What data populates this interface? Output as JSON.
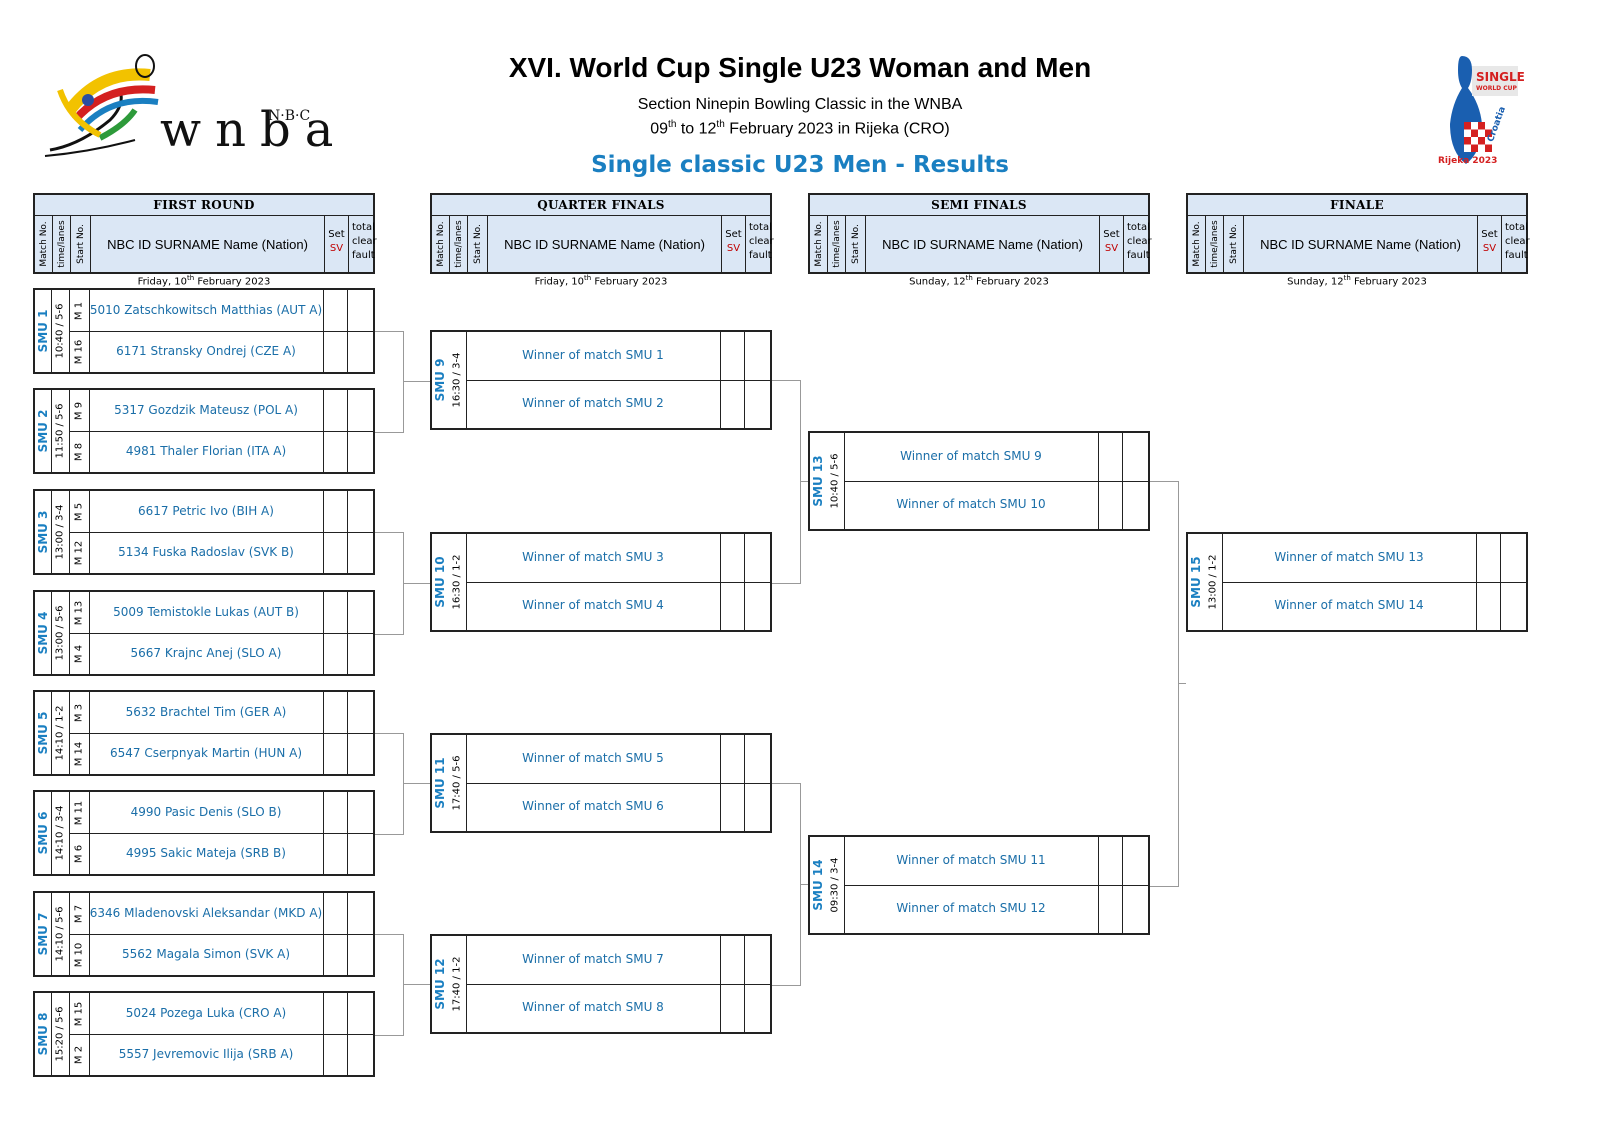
{
  "header": {
    "title": "XVI. World Cup Single U23 Woman and Men",
    "subtitle": "Section Ninepin Bowling Classic in the WNBA",
    "dates_a": "09",
    "dates_a_sup": "th",
    "dates_b": " to 12",
    "dates_b_sup": "th",
    "dates_c": " February 2023 in Rijeka (CRO)",
    "results_title": "Single classic U23 Men - Results"
  },
  "logo_left": {
    "letters": "wnba",
    "small": "N·B·C"
  },
  "logo_right": {
    "top": "SINGLE",
    "middle": "WORLD CUP",
    "bottom": "Rijeka 2023",
    "side": "Croatia"
  },
  "table_header": {
    "match_no": "Match No.",
    "time_lanes": "time/lanes",
    "start_no": "Start No.",
    "player_col": "NBC ID  SURNAME  Name (Nation)",
    "set": "Set",
    "sv": "SV",
    "total1": "total",
    "total2": "clear",
    "total3": "fault"
  },
  "rounds": [
    {
      "title": "FIRST ROUND",
      "date_a": "Friday, 10",
      "date_sup": "th",
      "date_b": " February 2023"
    },
    {
      "title": "QUARTER FINALS",
      "date_a": "Friday, 10",
      "date_sup": "th",
      "date_b": " February 2023"
    },
    {
      "title": "SEMI FINALS",
      "date_a": "Sunday, 12",
      "date_sup": "th",
      "date_b": " February 2023"
    },
    {
      "title": "FINALE",
      "date_a": "Sunday, 12",
      "date_sup": "th",
      "date_b": " February 2023"
    }
  ],
  "first_round": [
    {
      "match": "SMU 1",
      "time": "10:40 / 5-6",
      "p1_start": "M 1",
      "p1": "5010 Zatschkowitsch Matthias (AUT A)",
      "p2_start": "M 16",
      "p2": "6171 Stransky Ondrej (CZE A)"
    },
    {
      "match": "SMU 2",
      "time": "11:50 / 5-6",
      "p1_start": "M 9",
      "p1": "5317 Gozdzik Mateusz (POL A)",
      "p2_start": "M 8",
      "p2": "4981 Thaler Florian (ITA A)"
    },
    {
      "match": "SMU 3",
      "time": "13:00 / 3-4",
      "p1_start": "M 5",
      "p1": "6617 Petric Ivo (BIH A)",
      "p2_start": "M 12",
      "p2": "5134 Fuska Radoslav (SVK B)"
    },
    {
      "match": "SMU 4",
      "time": "13:00 / 5-6",
      "p1_start": "M 13",
      "p1": "5009 Temistokle Lukas (AUT B)",
      "p2_start": "M 4",
      "p2": "5667 Krajnc Anej (SLO A)"
    },
    {
      "match": "SMU 5",
      "time": "14:10 / 1-2",
      "p1_start": "M 3",
      "p1": "5632 Brachtel Tim (GER A)",
      "p2_start": "M 14",
      "p2": "6547 Cserpnyak Martin (HUN A)"
    },
    {
      "match": "SMU 6",
      "time": "14:10 / 3-4",
      "p1_start": "M 11",
      "p1": "4990 Pasic Denis (SLO B)",
      "p2_start": "M 6",
      "p2": "4995 Sakic Mateja (SRB B)"
    },
    {
      "match": "SMU 7",
      "time": "14:10 / 5-6",
      "p1_start": "M 7",
      "p1": "6346 Mladenovski Aleksandar (MKD A)",
      "p2_start": "M 10",
      "p2": "5562 Magala Simon (SVK A)"
    },
    {
      "match": "SMU 8",
      "time": "15:20 / 5-6",
      "p1_start": "M 15",
      "p1": "5024 Pozega Luka (CRO A)",
      "p2_start": "M 2",
      "p2": "5557 Jevremovic Ilija (SRB A)"
    }
  ],
  "quarter_finals": [
    {
      "match": "SMU 9",
      "time": "16:30 / 3-4",
      "p1": "Winner of match SMU 1",
      "p2": "Winner of match SMU 2"
    },
    {
      "match": "SMU 10",
      "time": "16:30 / 1-2",
      "p1": "Winner of match SMU 3",
      "p2": "Winner of match SMU 4"
    },
    {
      "match": "SMU 11",
      "time": "17:40 / 5-6",
      "p1": "Winner of match SMU 5",
      "p2": "Winner of match SMU 6"
    },
    {
      "match": "SMU 12",
      "time": "17:40 / 1-2",
      "p1": "Winner of match SMU 7",
      "p2": "Winner of match SMU 8"
    }
  ],
  "semi_finals": [
    {
      "match": "SMU 13",
      "time": "10:40 / 5-6",
      "p1": "Winner of match SMU 9",
      "p2": "Winner of match SMU 10"
    },
    {
      "match": "SMU 14",
      "time": "09:30 / 3-4",
      "p1": "Winner of match SMU 11",
      "p2": "Winner of match SMU 12"
    }
  ],
  "finale": [
    {
      "match": "SMU 15",
      "time": "13:00 / 1-2",
      "p1": "Winner of match SMU 13",
      "p2": "Winner of match SMU 14"
    }
  ]
}
